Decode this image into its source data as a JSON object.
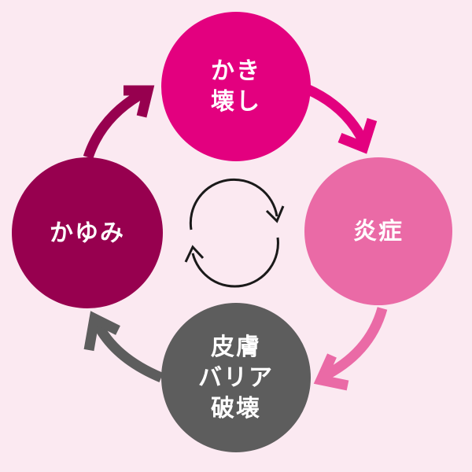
{
  "diagram": {
    "nodes": {
      "top": {
        "label": "かき\n壊し",
        "color": "#e3007f"
      },
      "right": {
        "label": "炎症",
        "color": "#ea6aa6"
      },
      "bottom": {
        "label": "皮膚\nバリア\n破壊",
        "color": "#5d5d5d"
      },
      "left": {
        "label": "かゆみ",
        "color": "#97004f"
      }
    },
    "colors": {
      "background": "#fbe9f1",
      "cycle_icon": "#1a1a1a"
    },
    "center_icon": "refresh-cycle-icon"
  }
}
